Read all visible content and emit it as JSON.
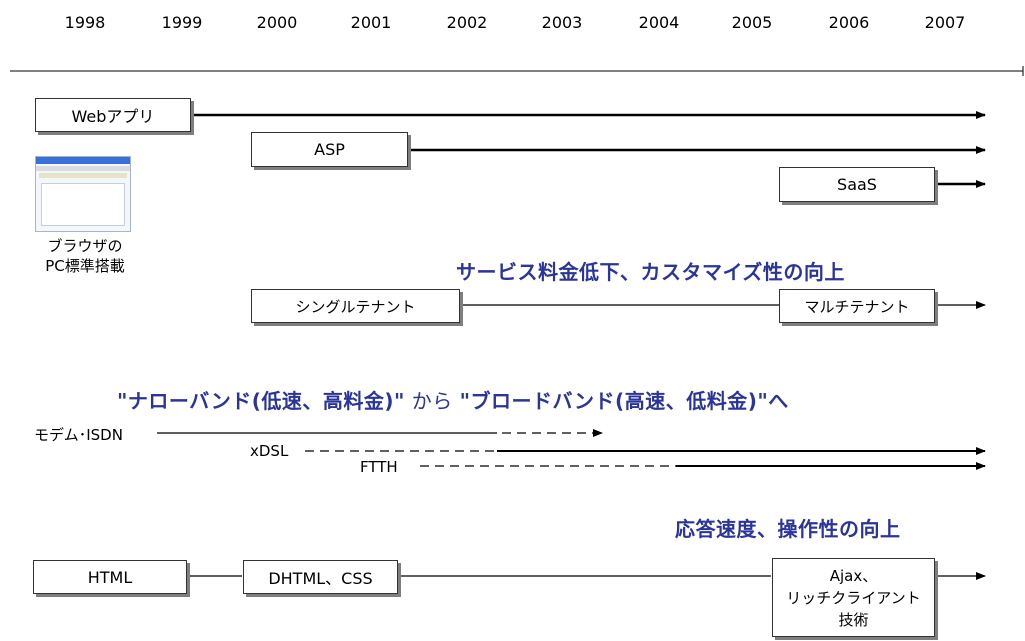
{
  "years": [
    "1998",
    "1999",
    "2000",
    "2001",
    "2002",
    "2003",
    "2004",
    "2005",
    "2006",
    "2007"
  ],
  "boxes": {
    "webapp": "Webアプリ",
    "asp": "ASP",
    "saas": "SaaS",
    "single_tenant": "シングルテナント",
    "multi_tenant": "マルチテナント",
    "html": "HTML",
    "dhtml_css": "DHTML、CSS",
    "ajax": [
      "Ajax、",
      "リッチクライアント",
      "技術"
    ]
  },
  "browser_caption": [
    "ブラウザの",
    "PC標準搭載"
  ],
  "headings": {
    "service": "サービス料金低下、カスタマイズ性の向上",
    "band_a": "\"ナローバンド(低速、高料金)\"",
    "band_from": " から ",
    "band_b": "\"ブロードバンド(高速、低料金)\"へ",
    "response": "応答速度、操作性の向上"
  },
  "network_labels": {
    "modem": "モデム･ISDN",
    "xdsl": "xDSL",
    "ftth": "FTTH"
  },
  "colors": {
    "heading": "#2b3499",
    "line": "#000000",
    "shadow": "#7f7f7f"
  }
}
